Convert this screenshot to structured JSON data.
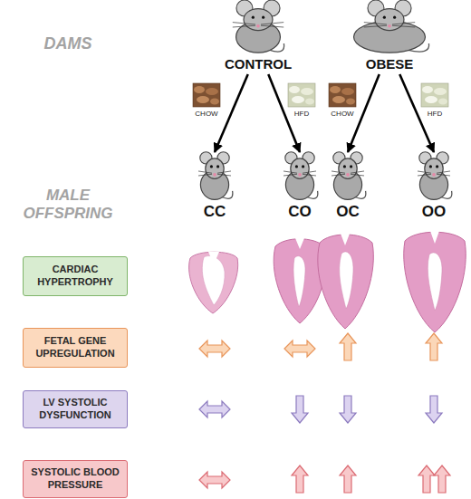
{
  "diagram": {
    "nodes": [
      {
        "text": [
          "CONTROL"
        ]
      },
      {
        "text": [
          "OBESE"
        ]
      },
      {
        "text": [
          "CC"
        ]
      },
      {
        "text": [
          "CO"
        ]
      },
      {
        "text": [
          "OC"
        ]
      },
      {
        "text": [
          "OO"
        ]
      },
      {
        "text": [
          "CARDIAC HYPERTROPHY"
        ]
      },
      {
        "text": [
          "FETAL GENE UPREGULATION"
        ]
      },
      {
        "text": [
          "LV SYSTOLIC DYSFUNCTION"
        ]
      },
      {
        "text": [
          "SYSTOLIC BLOOD PRESSURE"
        ]
      }
    ],
    "edges": [
      {
        "from": 0,
        "to": 2,
        "arrow": "to",
        "label": "CHOW"
      },
      {
        "from": 0,
        "to": 3,
        "arrow": "to",
        "label": "HFD"
      },
      {
        "from": 1,
        "to": 4,
        "arrow": "to",
        "label": "CHOW"
      },
      {
        "from": 1,
        "to": 5,
        "arrow": "to",
        "label": "HFD"
      }
    ],
    "labels": [
      "DAMS",
      "MALE OFFSPRING"
    ]
  }
}
